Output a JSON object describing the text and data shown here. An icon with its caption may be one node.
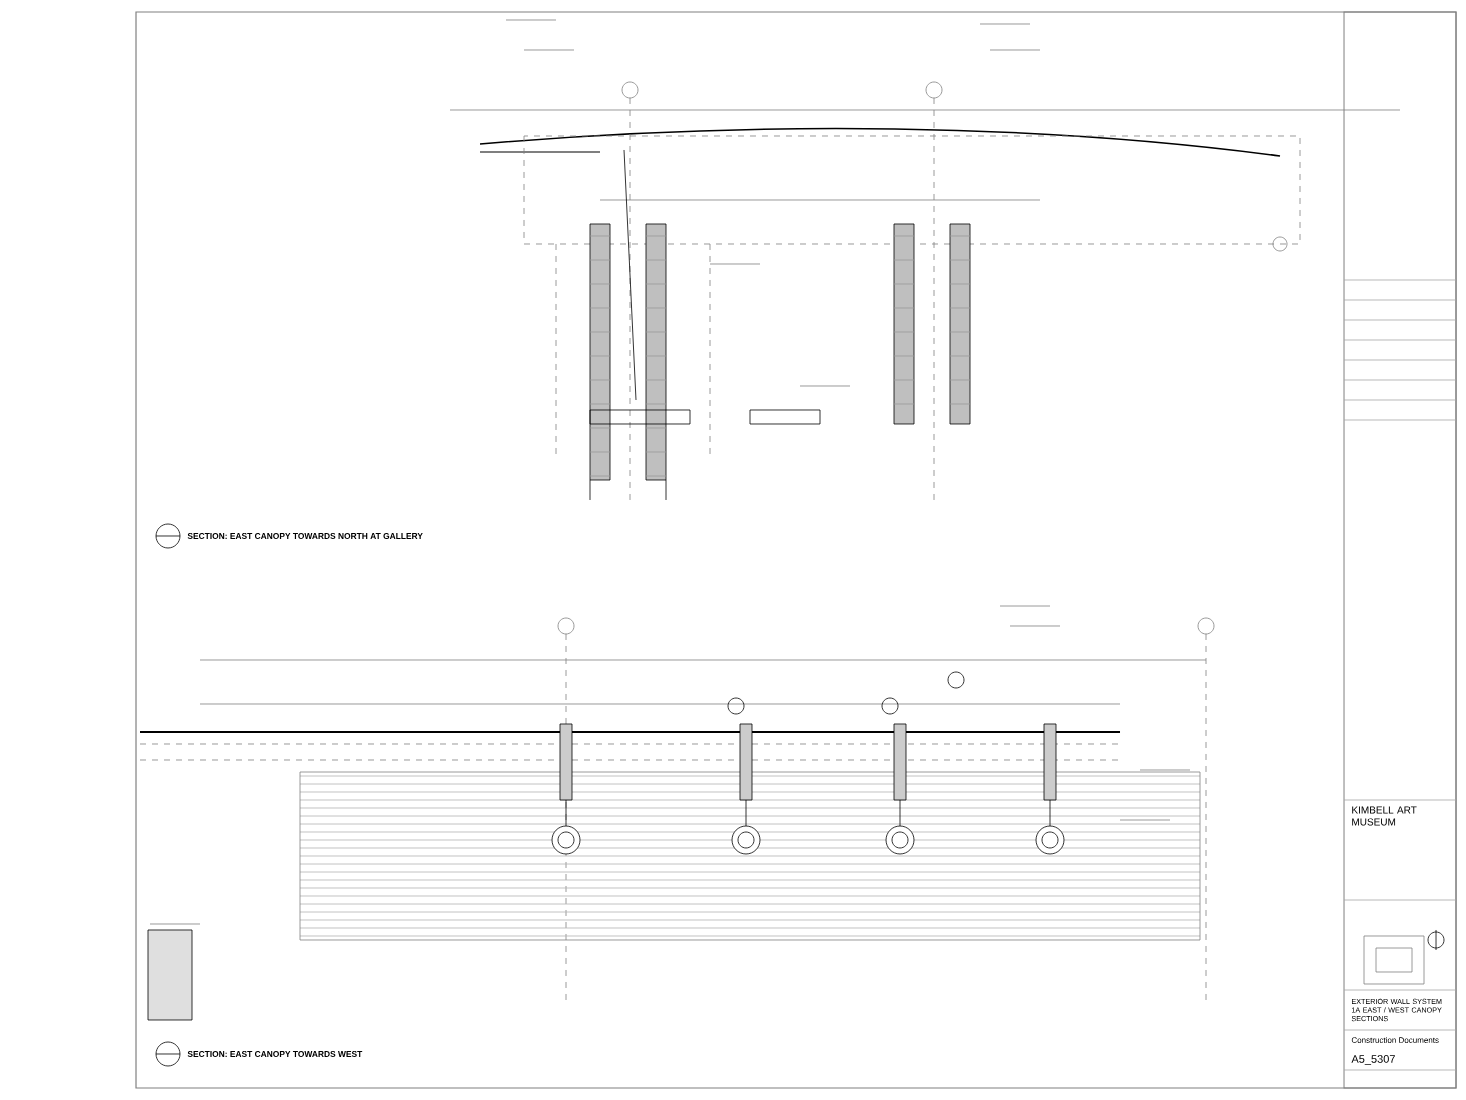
{
  "diagram": {
    "labels": [
      "SECTION: EAST CANOPY TOWARDS NORTH AT GALLERY",
      "KIMBELL ART MUSEUM",
      "EXTERIOR WALL SYSTEM 1A EAST / WEST CANOPY SECTIONS",
      "Construction Documents",
      "A5_5307",
      "SECTION: EAST CANOPY TOWARDS WEST"
    ]
  }
}
